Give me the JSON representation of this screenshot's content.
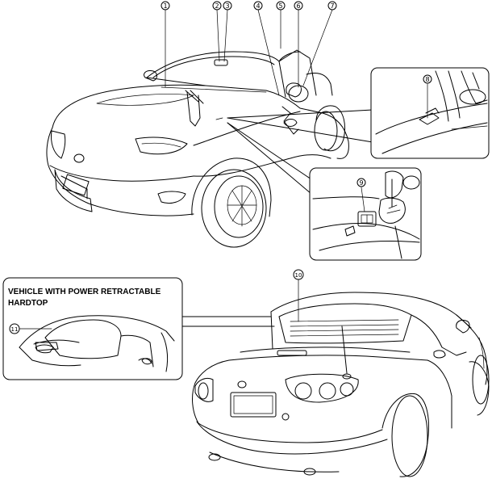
{
  "callouts": [
    {
      "id": 1,
      "label": "1"
    },
    {
      "id": 2,
      "label": "2"
    },
    {
      "id": 3,
      "label": "3"
    },
    {
      "id": 4,
      "label": "4"
    },
    {
      "id": 5,
      "label": "5"
    },
    {
      "id": 6,
      "label": "6"
    },
    {
      "id": 7,
      "label": "7"
    },
    {
      "id": 8,
      "label": "8"
    },
    {
      "id": 9,
      "label": "9"
    },
    {
      "id": 10,
      "label": "10"
    },
    {
      "id": 11,
      "label": "11"
    }
  ],
  "inset_note": {
    "line1": "VEHICLE WITH POWER RETRACTABLE",
    "line2": "HARDTOP"
  }
}
